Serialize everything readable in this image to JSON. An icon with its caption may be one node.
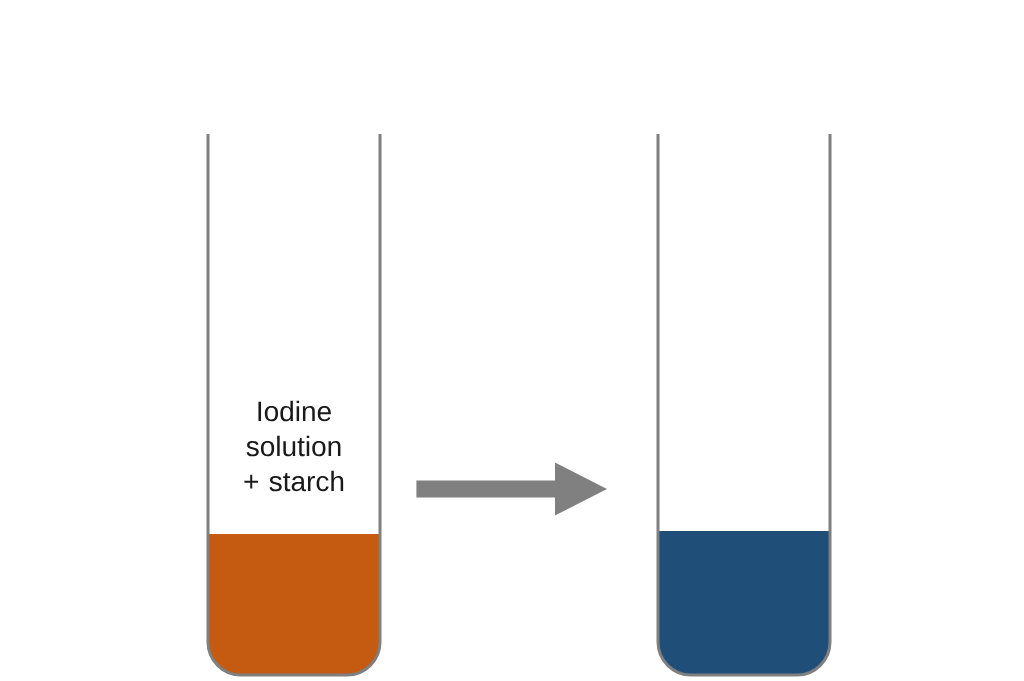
{
  "diagram": {
    "nodes": [
      {
        "text": [
          "Iodine solution + starch"
        ]
      },
      {
        "text": [],
        "shape": "tube"
      }
    ],
    "edges": [
      {
        "from": 0,
        "to": 1,
        "arrow": "to"
      }
    ]
  }
}
